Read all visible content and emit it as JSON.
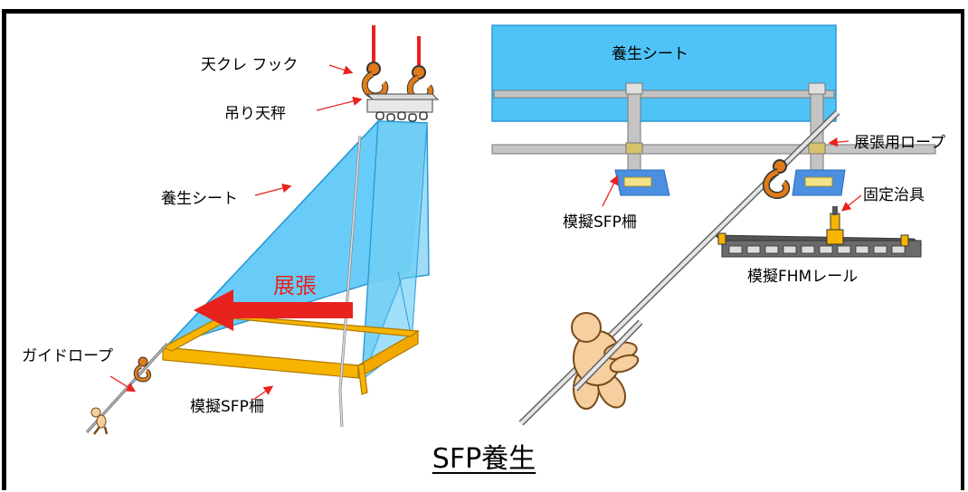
{
  "left_scene": {
    "labels": {
      "crane_hook": "天クレ フック",
      "lifting_beam": "吊り天秤",
      "curing_sheet": "養生シート",
      "guide_rope": "ガイドロープ",
      "mock_sfp_rack": "模擬SFP柵",
      "deploy": "展張"
    }
  },
  "right_scene": {
    "labels": {
      "curing_sheet": "養生シート",
      "deploy_rope": "展張用ロープ",
      "fixing_jig": "固定治具",
      "mock_sfp_rack": "模擬SFP柵",
      "mock_fhm_rail": "模擬FHMレール"
    }
  },
  "caption": "SFP養生",
  "colors": {
    "sheet_blue": "#4fc3f7",
    "sheet_blue_light": "#8fd6f5",
    "frame_orange": "#f7b400",
    "arrow_red": "#e8221f",
    "hook_orange": "#e07b1a",
    "rail_gray": "#6b6b6b",
    "skin": "#f5cfa0"
  }
}
